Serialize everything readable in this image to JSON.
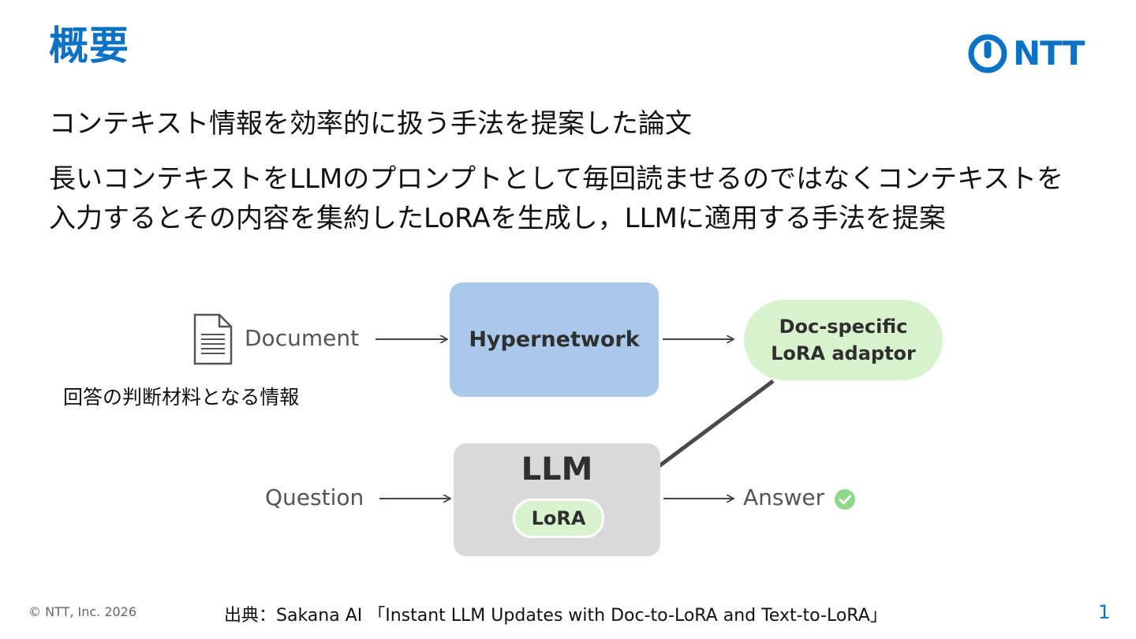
{
  "slide": {
    "title": "概要",
    "bullets": [
      "コンテキスト情報を効率的に扱う手法を提案した論文",
      "長いコンテキストをLLMのプロンプトとして毎回読ませるのではなくコンテキストを入力するとその内容を集約したLoRAを生成し，LLMに適用する手法を提案"
    ]
  },
  "logo": {
    "text": "NTT",
    "color": "#0b72c4"
  },
  "figure": {
    "document_label": "Document",
    "hypernetwork_label": "Hypernetwork",
    "adaptor_line1": "Doc-specific",
    "adaptor_line2": "LoRA adaptor",
    "llm_label": "LLM",
    "lora_label": "LoRA",
    "question_label": "Question",
    "answer_label": "Answer",
    "caption": "回答の判断材料となる情報",
    "colors": {
      "hypernetwork": "#a9c8ea",
      "adaptor": "#d9f3cf",
      "llm": "#d9d9d9",
      "check": "#8fd88a"
    }
  },
  "footer": {
    "copyright": "© NTT, Inc.  2026",
    "source": "出典：Sakana AI 「Instant LLM Updates with Doc-to-LoRA and Text-to-LoRA」",
    "page_number": "1"
  }
}
